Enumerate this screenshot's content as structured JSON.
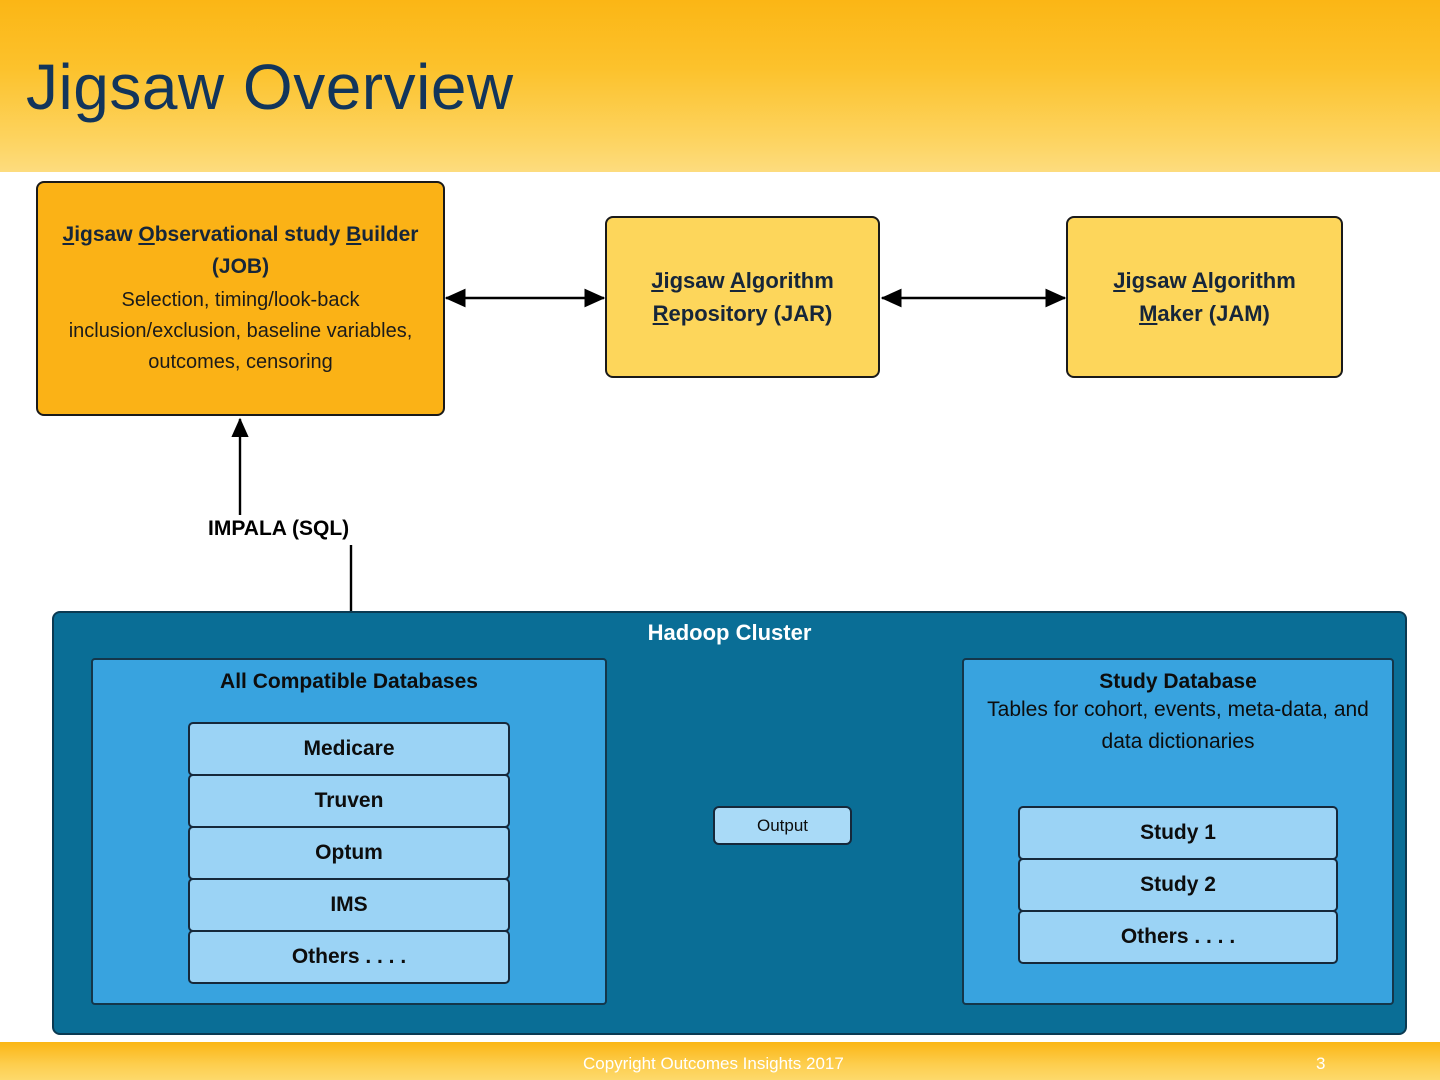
{
  "slide": {
    "title": "Jigsaw Overview",
    "title_color": "#12355B",
    "header_color_top": "#FBB615",
    "header_color_bottom": "#FDDC7E"
  },
  "nodes": {
    "job": {
      "title_parts": [
        "J",
        "igsaw ",
        "O",
        "bservational study ",
        "B",
        "uilder (JOB)"
      ],
      "title_plain": "Jigsaw Observational study Builder (JOB)",
      "description": "Selection, timing/look-back inclusion/exclusion, baseline variables, outcomes, censoring",
      "fill": "#FBB216"
    },
    "jar": {
      "title_plain": "Jigsaw Algorithm Repository (JAR)",
      "fill": "#FDD65B"
    },
    "jam": {
      "title_plain": "Jigsaw Algorithm Maker (JAM)",
      "fill": "#FDD65B"
    },
    "output": {
      "label": "Output",
      "fill": "#A9DAF7"
    }
  },
  "connectors": {
    "impala_label": "IMPALA (SQL)"
  },
  "hadoop": {
    "title": "Hadoop Cluster",
    "fill": "#0A6E96",
    "databases_panel": {
      "title": "All Compatible Databases",
      "fill": "#38A3DF",
      "items": [
        "Medicare",
        "Truven",
        "Optum",
        "IMS",
        "Others . . . ."
      ]
    },
    "study_panel": {
      "title": "Study Database",
      "subtitle": "Tables for cohort, events, meta-data, and data dictionaries",
      "fill": "#38A3DF",
      "items": [
        "Study 1",
        "Study 2",
        "Others . . . ."
      ]
    },
    "item_fill": "#9BD3F5"
  },
  "footer": {
    "copyright": "Copyright Outcomes Insights 2017",
    "page_number": "3"
  }
}
